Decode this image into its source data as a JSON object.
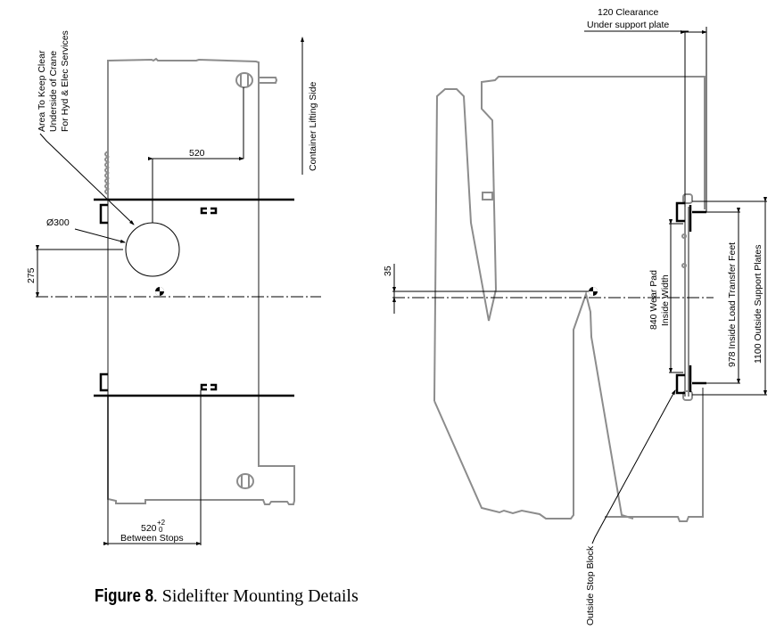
{
  "figure": {
    "label": "Figure 8",
    "separator": ".",
    "title": " Sidelifter Mounting Details"
  },
  "left_view": {
    "area_note": {
      "line1": "Area To Keep Clear",
      "line2": "Underside of Crane",
      "line3": "For Hyd & Elec Services"
    },
    "lifting_side_label": "Container Lifting Side",
    "dim_520_top": "520",
    "dim_diameter": "Ø300",
    "dim_275": "275",
    "dim_between_stops": {
      "value": "520",
      "tol_upper": "+2",
      "tol_lower": "0",
      "label": "Between Stops"
    }
  },
  "right_view": {
    "clearance_note": {
      "line1": "120 Clearance",
      "line2": "Under support plate"
    },
    "dim_35": "35",
    "wear_pad": {
      "line1": "840 Wear Pad",
      "line2": "Inside Width"
    },
    "load_transfer": "978 Inside Load Transfer Feet",
    "support_plates": "1100 Outside Support Plates",
    "stop_block": "Outside Stop Block"
  },
  "colors": {
    "outline": "#8c8c8c",
    "dimension": "#000000",
    "background": "#ffffff"
  }
}
